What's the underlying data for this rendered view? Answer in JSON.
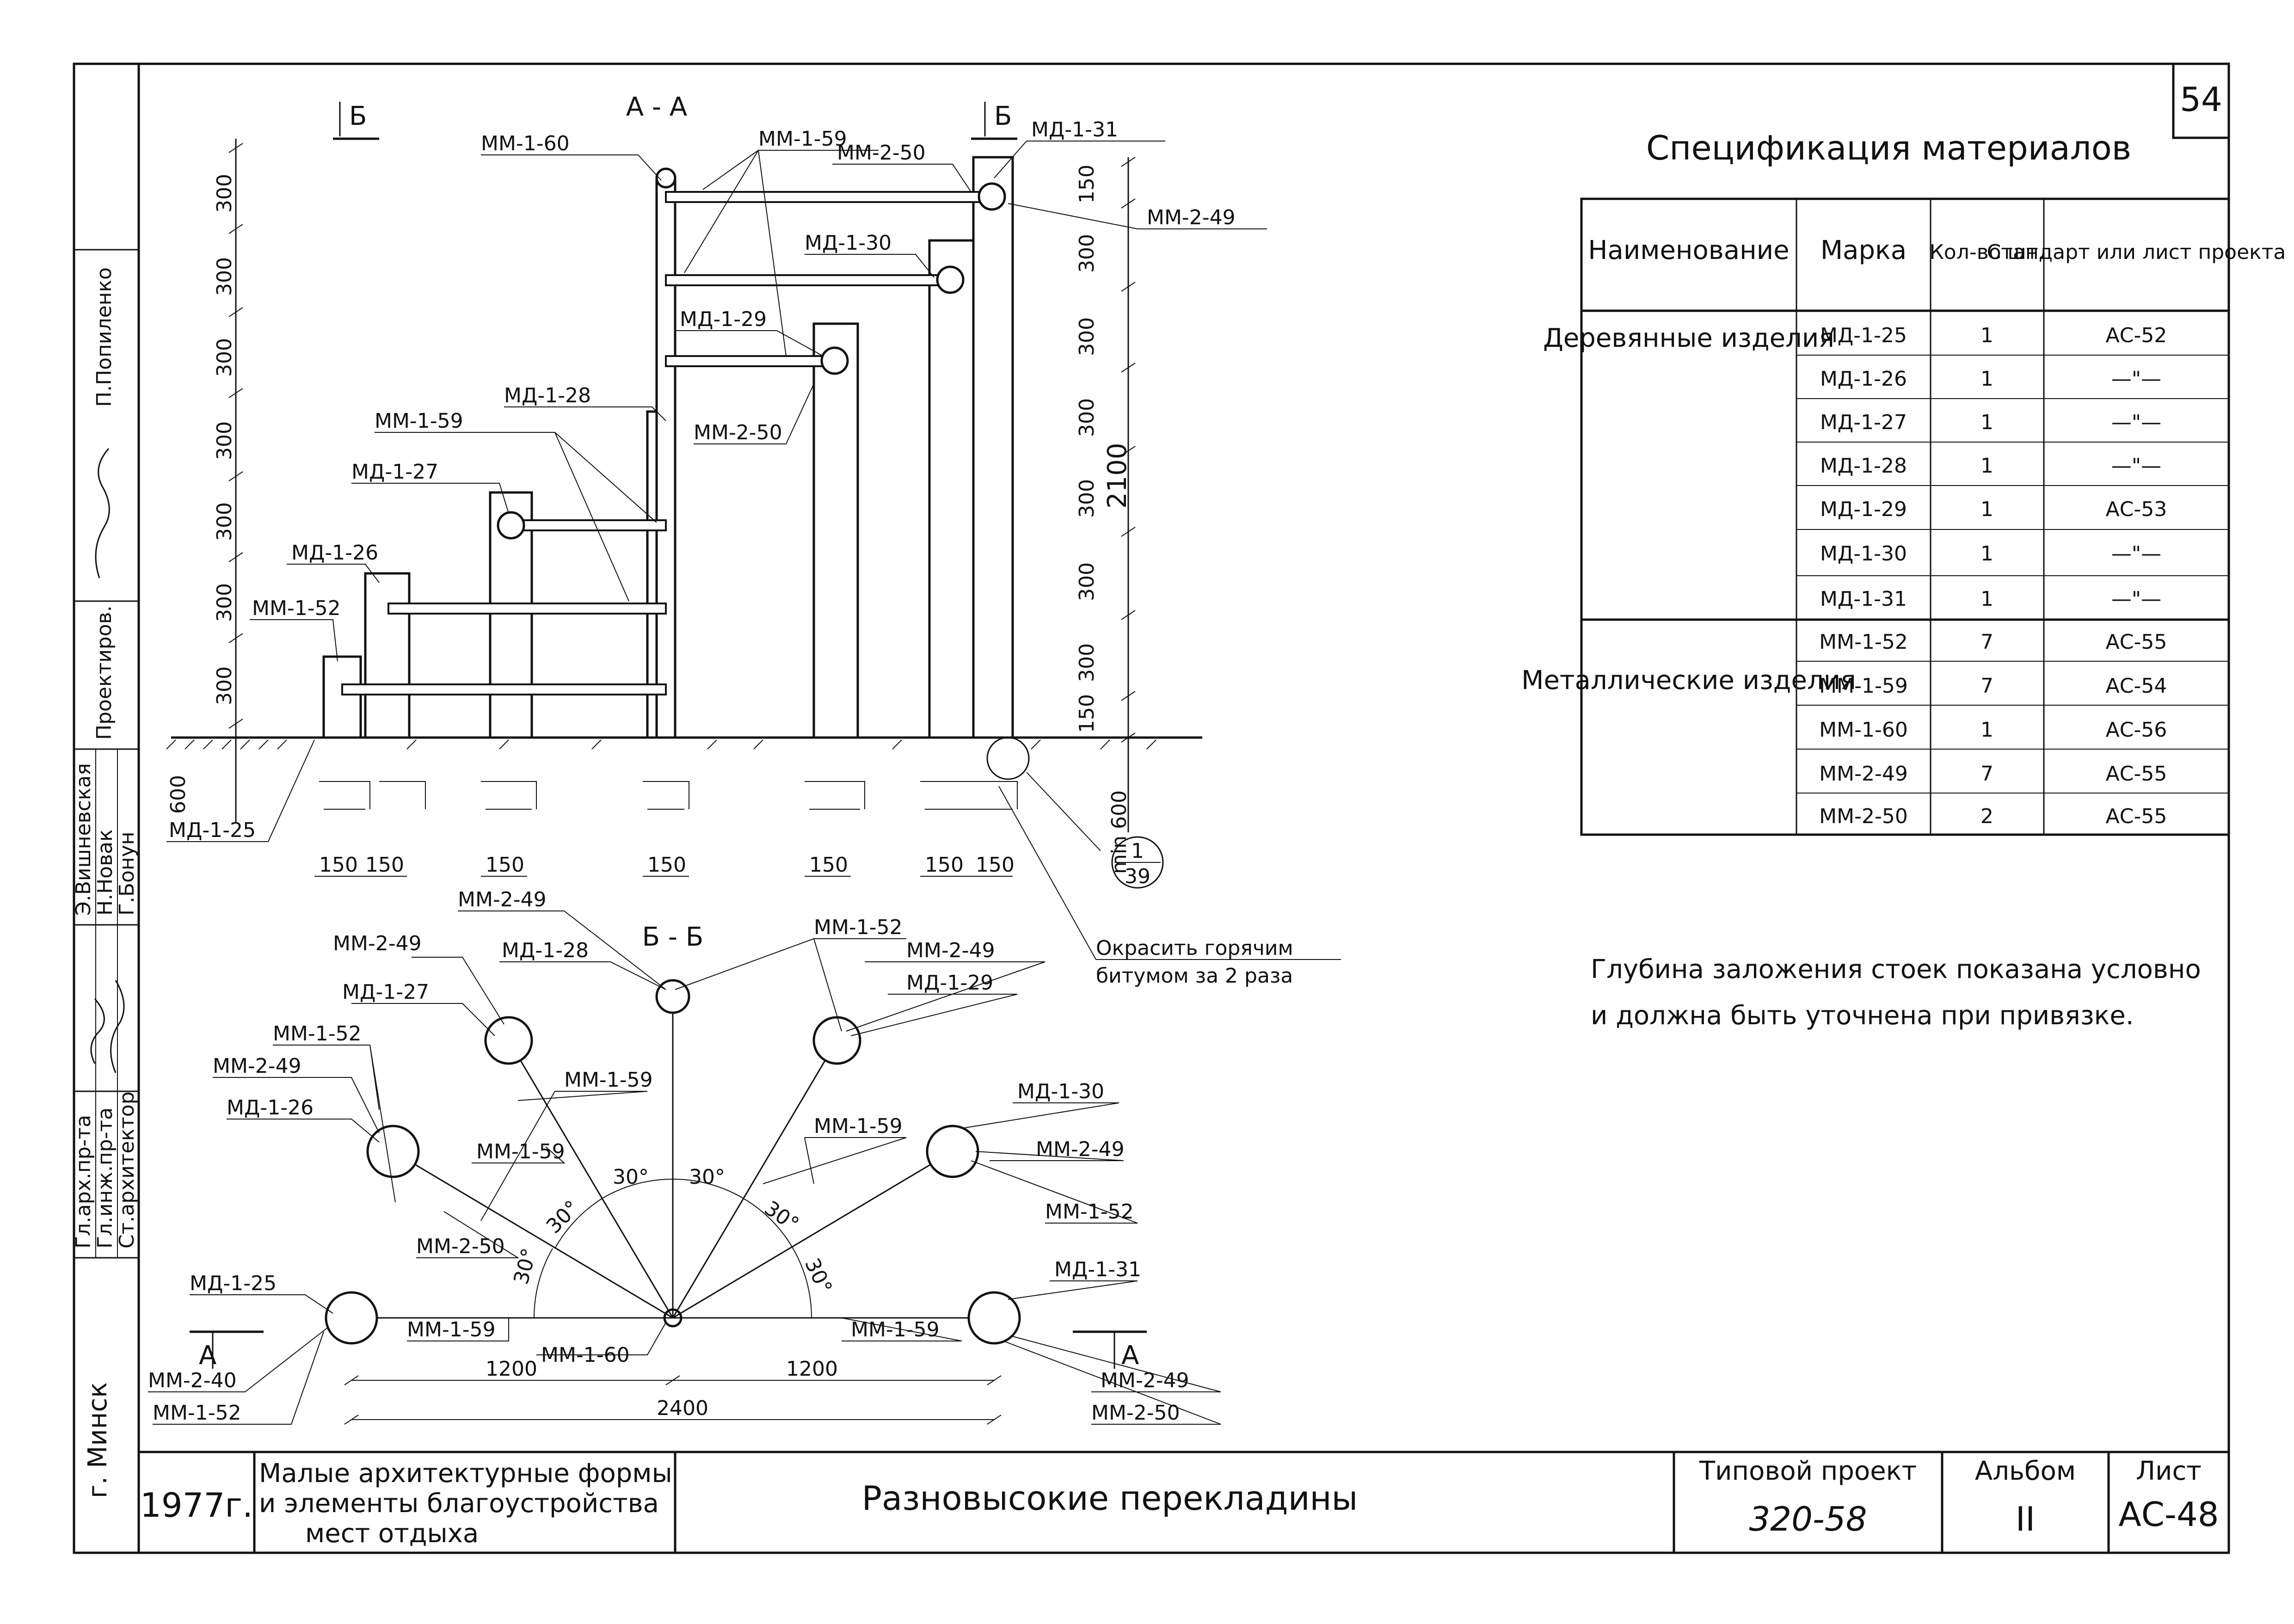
{
  "sheet_number": "54",
  "section_aa": "А - А",
  "section_bb": "Б - Б",
  "cut_b": "Б",
  "cut_a": "А",
  "elevation_labels": [
    "ММ-1-60",
    "ММ-1-59",
    "ММ-2-50",
    "МД-1-31",
    "ММ-2-49",
    "МД-1-30",
    "МД-1-29",
    "МД-1-28",
    "ММ-1-59",
    "ММ-2-50",
    "МД-1-27",
    "МД-1-26",
    "ММ-1-52",
    "МД-1-25"
  ],
  "left_dims": [
    "300",
    "300",
    "300",
    "300",
    "300",
    "300",
    "300"
  ],
  "depth_600": "600",
  "right_dims": [
    "150",
    "300",
    "300",
    "300",
    "300",
    "300",
    "300",
    "150"
  ],
  "dim_2100": "2100",
  "min_600": "min 600",
  "base_dims": [
    "150",
    "150",
    "150",
    "150",
    "150",
    "150",
    "150"
  ],
  "callout_num": "1",
  "callout_den": "39",
  "paint_note_1": "Окрасить горячим",
  "paint_note_2": "битумом за 2 раза",
  "plan_labels": [
    "ММ-2-49",
    "МД-1-28",
    "ММ-1-52",
    "ММ-2-49",
    "МД-1-29",
    "ММ-2-49",
    "МД-1-27",
    "ММ-1-52",
    "ММ-1-59",
    "ММ-2-49",
    "МД-1-26",
    "ММ-1-59",
    "ММ-1-59",
    "МД-1-30",
    "ММ-2-49",
    "ММ-1-52",
    "ММ-2-50",
    "МД-1-31",
    "МД-1-25",
    "ММ-1-59",
    "ММ-1-60",
    "ММ-1-59",
    "ММ-2-40",
    "ММ-1-52",
    "ММ-2-49",
    "ММ-2-50"
  ],
  "angle": "30°",
  "plan_dims": {
    "left": "1200",
    "right": "1200",
    "total": "2400"
  },
  "spec": {
    "title": "Спецификация материалов",
    "headers": [
      "Наименование",
      "Марка",
      "Кол-во шт.",
      "Стандарт или лист проекта"
    ],
    "groups": [
      {
        "name": "Деревянные изделия",
        "rows": [
          [
            "МД-1-25",
            "1",
            "АС-52"
          ],
          [
            "МД-1-26",
            "1",
            "—\"—"
          ],
          [
            "МД-1-27",
            "1",
            "—\"—"
          ],
          [
            "МД-1-28",
            "1",
            "—\"—"
          ],
          [
            "МД-1-29",
            "1",
            "АС-53"
          ],
          [
            "МД-1-30",
            "1",
            "—\"—"
          ],
          [
            "МД-1-31",
            "1",
            "—\"—"
          ]
        ]
      },
      {
        "name": "Металлические изделия",
        "rows": [
          [
            "ММ-1-52",
            "7",
            "АС-55"
          ],
          [
            "ММ-1-59",
            "7",
            "АС-54"
          ],
          [
            "ММ-1-60",
            "1",
            "АС-56"
          ],
          [
            "ММ-2-49",
            "7",
            "АС-55"
          ],
          [
            "ММ-2-50",
            "2",
            "АС-55"
          ]
        ]
      }
    ]
  },
  "note_line1": "Глубина заложения стоек показана условно",
  "note_line2": "и должна быть уточнена при привязке.",
  "left_strip": {
    "roles": [
      "Гл.арх.пр-та",
      "Гл.инж.пр-та",
      "Ст.архитектор"
    ],
    "names": [
      "Э.Вишневская",
      "Н.Новак",
      "Г.Бонун"
    ],
    "project_label": "Проектиров.",
    "signed_label": "П.Попиленко",
    "city": "г. Минск"
  },
  "title_block": {
    "year": "1977г.",
    "album_title_1": "Малые архитектурные формы",
    "album_title_2": "и элементы благоустройства",
    "album_title_3": "мест отдыха",
    "drawing_title": "Разновысокие перекладины",
    "project_label": "Типовой проект",
    "project_number": "320-58",
    "album_label": "Альбом",
    "album_number": "II",
    "sheet_label": "Лист",
    "sheet_code": "АС-48"
  }
}
